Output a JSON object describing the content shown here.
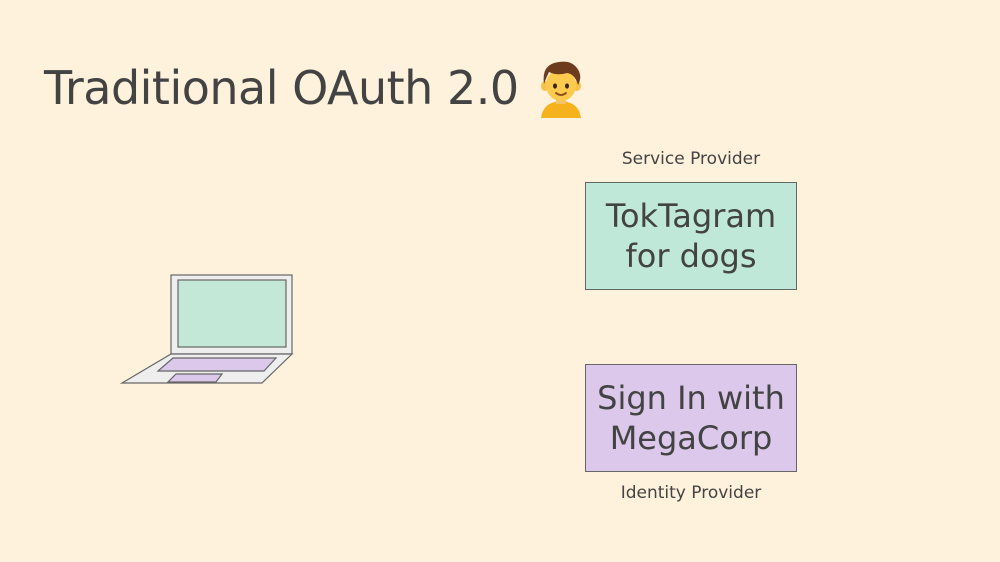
{
  "slide": {
    "title": "Traditional OAuth 2.0",
    "title_icon": "person-emoji-icon"
  },
  "service_provider": {
    "caption": "Service Provider",
    "label": "TokTagram\nfor dogs",
    "color": "#bfe8d8"
  },
  "identity_provider": {
    "caption": "Identity Provider",
    "label": "Sign In with\nMegaCorp",
    "color": "#dcc8ea"
  },
  "client": {
    "icon": "laptop-icon",
    "screen_color": "#c4e8d8",
    "keyboard_color": "#dcc8ea"
  },
  "colors": {
    "background": "#fff2dc",
    "text": "#434343"
  }
}
